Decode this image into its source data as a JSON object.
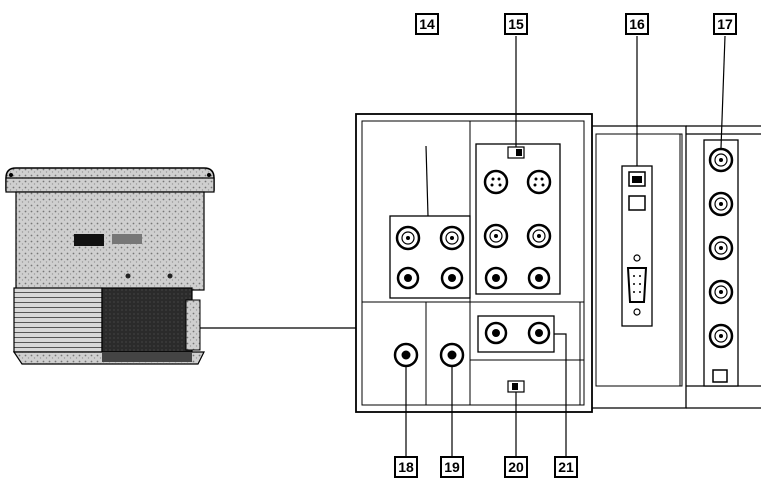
{
  "callouts": [
    {
      "id": "14",
      "label": "14"
    },
    {
      "id": "15",
      "label": "15"
    },
    {
      "id": "16",
      "label": "16"
    },
    {
      "id": "17",
      "label": "17"
    },
    {
      "id": "18",
      "label": "18"
    },
    {
      "id": "19",
      "label": "19"
    },
    {
      "id": "20",
      "label": "20"
    },
    {
      "id": "21",
      "label": "21"
    }
  ],
  "colors": {
    "ink": "#000000",
    "paper": "#ffffff",
    "shade": "#bdbdbd",
    "dark": "#2b2b2b"
  }
}
